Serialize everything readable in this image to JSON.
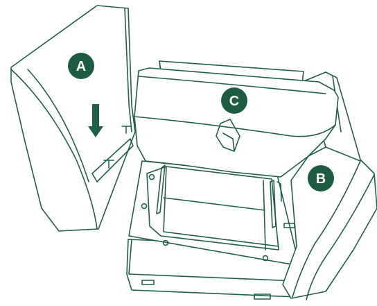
{
  "colors": {
    "line": "#1f5e4a",
    "badge": "#1d5c43",
    "background": "#ffffff"
  },
  "labels": {
    "a": "A",
    "b": "B",
    "c": "C"
  },
  "icons": {
    "down_arrow": "down-arrow-icon"
  }
}
